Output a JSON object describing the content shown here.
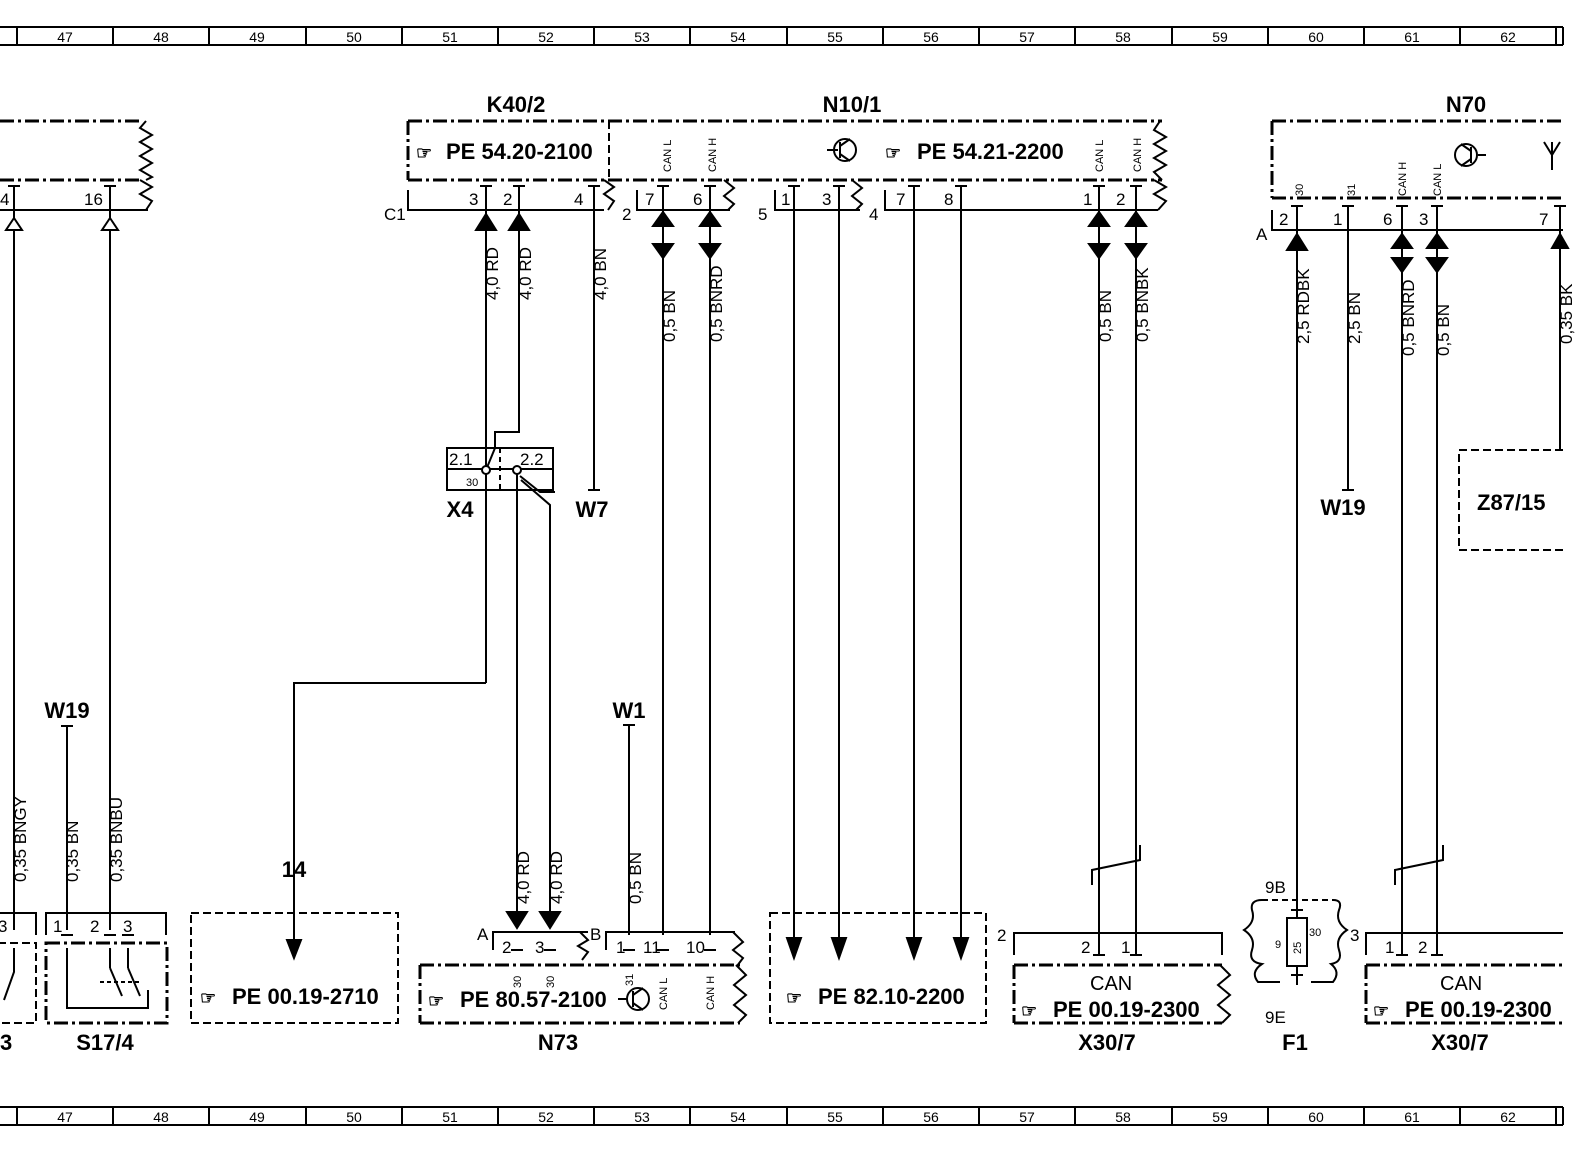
{
  "ruler": {
    "top": [
      "47",
      "48",
      "49",
      "50",
      "51",
      "52",
      "53",
      "54",
      "55",
      "56",
      "57",
      "58",
      "59",
      "60",
      "61",
      "62"
    ],
    "bottom": [
      "47",
      "48",
      "49",
      "50",
      "51",
      "52",
      "53",
      "54",
      "55",
      "56",
      "57",
      "58",
      "59",
      "60",
      "61",
      "62"
    ]
  },
  "components": {
    "k40_2": {
      "name": "K40/2",
      "ref": "PE  54.20-2100",
      "connector": "C1",
      "pins": [
        "3",
        "2",
        "4"
      ]
    },
    "n10_1": {
      "name": "N10/1",
      "ref": "PE  54.21-2200",
      "conn2": "2",
      "conn5": "5",
      "conn4": "4",
      "pins_c2": [
        "7",
        "6"
      ],
      "pins_c5": [
        "1",
        "3"
      ],
      "pins_c4": [
        "7",
        "8"
      ],
      "pins_r": [
        "1",
        "2"
      ],
      "can_l": "CAN L",
      "can_h": "CAN H"
    },
    "n70": {
      "name": "N70",
      "connector": "A",
      "pins": [
        "2",
        "1",
        "6",
        "3",
        "7"
      ],
      "p30": "30",
      "p31": "31",
      "can_h": "CAN H",
      "can_l": "CAN L"
    },
    "left_module": {
      "pins": [
        "4",
        "16"
      ]
    },
    "x4": {
      "name": "X4",
      "p21": "2.1",
      "p22": "2.2",
      "p30": "30"
    },
    "w7": {
      "name": "W7"
    },
    "w19_top": {
      "name": "W19"
    },
    "z87_15": {
      "name": "Z87/15"
    },
    "w19_bottom": {
      "name": "W19"
    },
    "w1": {
      "name": "W1"
    },
    "ref_14": {
      "label": "14",
      "ref": "PE  00.19-2710"
    },
    "n73": {
      "name": "N73",
      "ref": "PE  80.57-2100",
      "connA": "A",
      "connB": "B",
      "pins_a": [
        "2",
        "3"
      ],
      "pins_b": [
        "1",
        "11",
        "10"
      ],
      "p30a": "30",
      "p30b": "30",
      "p31": "31",
      "can_l": "CAN L",
      "can_h": "CAN H"
    },
    "ref_82": {
      "ref": "PE  82.10-2200"
    },
    "x30_7_a": {
      "name": "X30/7",
      "conn": "2",
      "pins": [
        "2",
        "1"
      ],
      "can": "CAN",
      "ref": "PE  00.19-2300"
    },
    "f1": {
      "name": "F1",
      "top": "9B",
      "bottom": "9E",
      "pin9": "9",
      "pin30": "30",
      "rating": "25"
    },
    "x30_7_b": {
      "name": "X30/7",
      "conn": "3",
      "pins": [
        "1",
        "2"
      ],
      "can": "CAN",
      "ref": "PE  00.19-2300"
    },
    "s17_4": {
      "name": "S17/4",
      "pins": [
        "1",
        "2",
        "3"
      ]
    },
    "left_partial": {
      "name": "3",
      "pin": "3"
    }
  },
  "wires": {
    "w_bngy": "0,35  BNGY",
    "w_bn_035": "0,35  BN",
    "w_bnbu": "0,35  BNBU",
    "w_k40_3": "4,0  RD",
    "w_k40_2": "4,0  RD",
    "w_k40_4": "4,0  BN",
    "w_n10_7": "0,5  BN",
    "w_n10_6": "0,5  BNRD",
    "w_n10_r1": "0,5  BN",
    "w_n10_r2": "0,5  BNBK",
    "w_n73_2": "4,0  RD",
    "w_n73_3": "4,0  RD",
    "w_n73_1": "0,5  BN",
    "w_n70_2": "2,5  RDBK",
    "w_n70_1": "2,5  BN",
    "w_n70_6": "0,5  BNRD",
    "w_n70_3": "0,5  BN",
    "w_n70_7": "0,35  BK"
  },
  "icons": {
    "ref_pointer": "hand-pointer-icon",
    "transistor": "transistor-icon",
    "antenna": "antenna-icon"
  }
}
